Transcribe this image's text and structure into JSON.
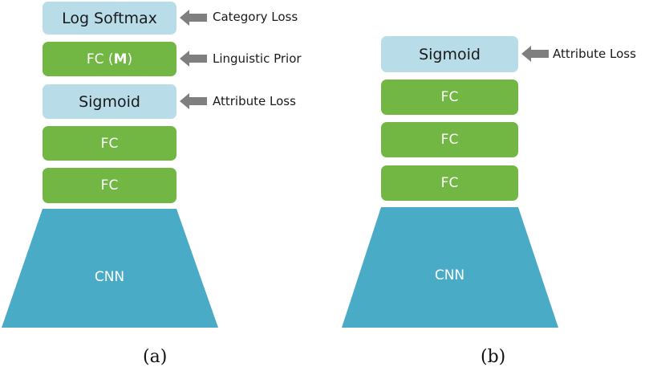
{
  "panel_a": {
    "boxes": {
      "log_softmax": "Log Softmax",
      "fc_m_prefix": "FC (",
      "fc_m_bold": "M",
      "fc_m_suffix": ")",
      "sigmoid": "Sigmoid",
      "fc_1": "FC",
      "fc_2": "FC"
    },
    "cnn": "CNN",
    "notes": {
      "category_loss": "Category Loss",
      "linguistic_prior": "Linguistic Prior",
      "attribute_loss": "Attribute Loss"
    },
    "caption": "(a)"
  },
  "panel_b": {
    "boxes": {
      "sigmoid": "Sigmoid",
      "fc_1": "FC",
      "fc_2": "FC",
      "fc_3": "FC"
    },
    "cnn": "CNN",
    "notes": {
      "attribute_loss": "Attribute Loss"
    },
    "caption": "(b)"
  },
  "colors": {
    "light_box": "#b9dde8",
    "green_box": "#72b744",
    "cnn": "#4aabc7",
    "arrow": "#7f7f7f"
  }
}
